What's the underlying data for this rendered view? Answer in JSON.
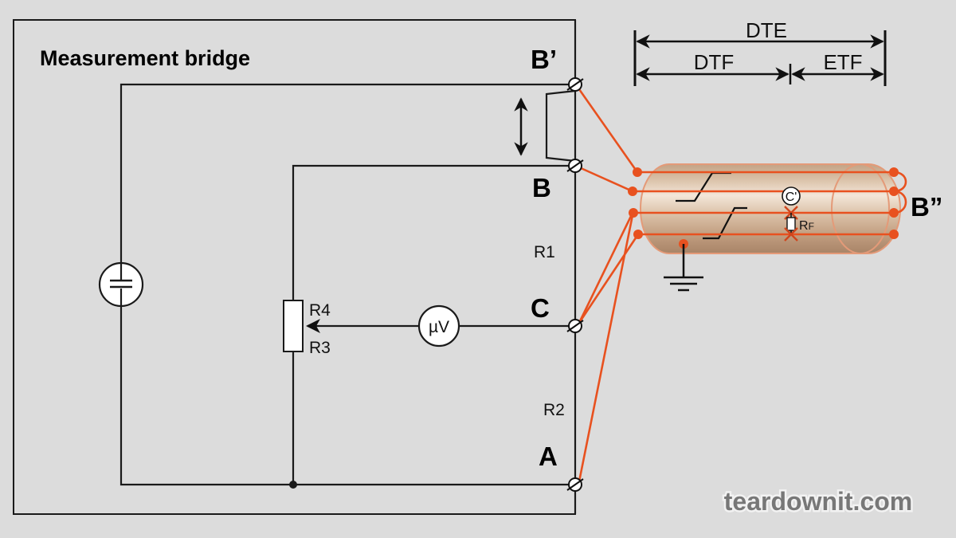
{
  "title": "Measurement bridge",
  "nodes": {
    "b_prime": "B’",
    "b": "B",
    "c": "C",
    "a": "A",
    "b_double_prime": "B”"
  },
  "resistors": {
    "r1": "R1",
    "r2": "R2",
    "r3": "R3",
    "r4": "R4",
    "rf": "R",
    "rf_sub": "F"
  },
  "meter": {
    "label": "µV"
  },
  "cable": {
    "capacitance_label": "C'"
  },
  "dimensions": {
    "dte": "DTE",
    "dtf": "DTF",
    "etf": "ETF"
  },
  "watermark": "teardownit.com",
  "colors": {
    "background": "#dcdcdc",
    "wire": "#1a1a1a",
    "lead_wire": "#e8511f",
    "cable_body": "#c9a888",
    "fault_mark": "#d0451c"
  }
}
